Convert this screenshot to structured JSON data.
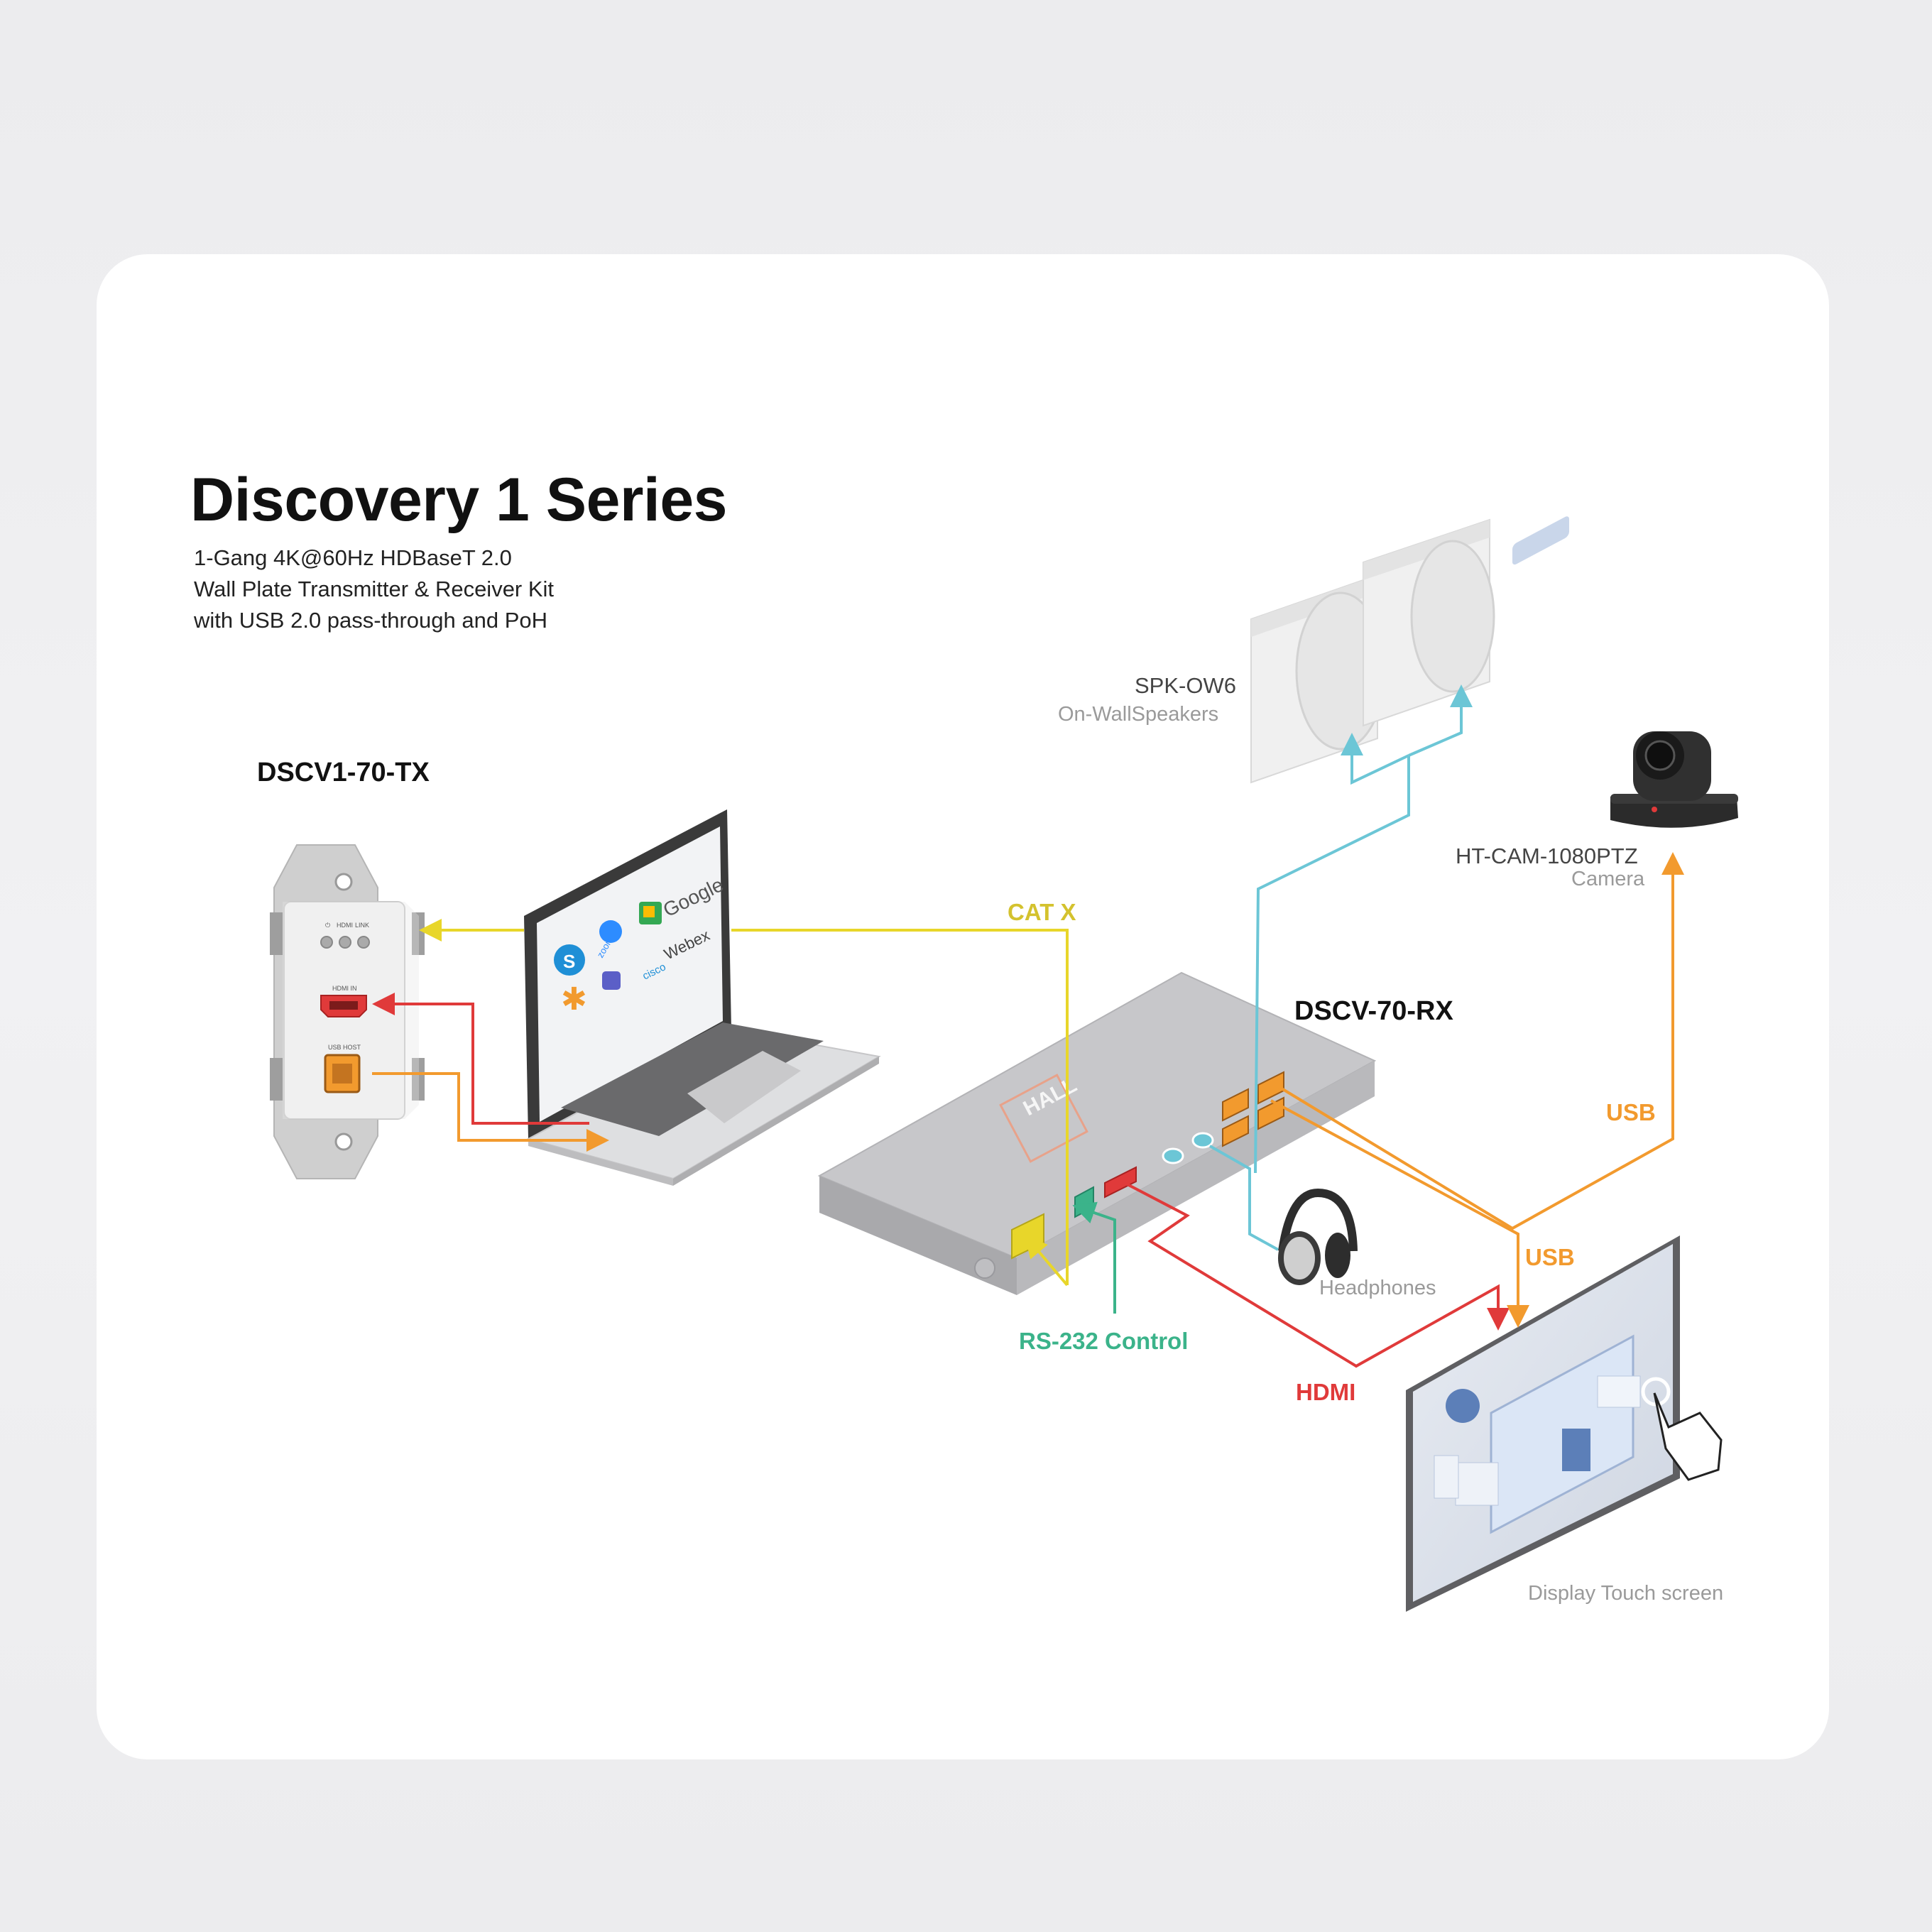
{
  "header": {
    "title": "Discovery 1 Series",
    "subtitle_lines": [
      "1-Gang 4K@60Hz HDBaseT 2.0",
      "Wall Plate Transmitter & Receiver Kit",
      "with USB 2.0 pass-through and PoH"
    ]
  },
  "devices": {
    "transmitter": {
      "name": "DSCV1-70-TX",
      "led_labels": [
        "HDMI",
        "LINK"
      ],
      "port_labels": [
        "HDMI IN",
        "USB HOST"
      ]
    },
    "receiver": {
      "name": "DSCV-70-RX",
      "brand": "HALL"
    },
    "speakers": {
      "name": "SPK-OW6",
      "description": "On-WallSpeakers"
    },
    "camera": {
      "name": "HT-CAM-1080PTZ",
      "description": "Camera"
    },
    "headphones": {
      "description": "Headphones"
    },
    "display": {
      "description": "Display Touch screen"
    },
    "laptop": {
      "apps": [
        "Google",
        "zoom",
        "Webex",
        "cisco"
      ]
    }
  },
  "cables": {
    "catx": "CAT X",
    "usb_camera": "USB",
    "usb_display": "USB",
    "rs232": "RS-232 Control",
    "hdmi": "HDMI"
  },
  "colors": {
    "catx": "#e8d62a",
    "usb": "#f29a2e",
    "hdmi": "#e03a3a",
    "rs232": "#3bb38a",
    "audio": "#6cc6d6"
  }
}
